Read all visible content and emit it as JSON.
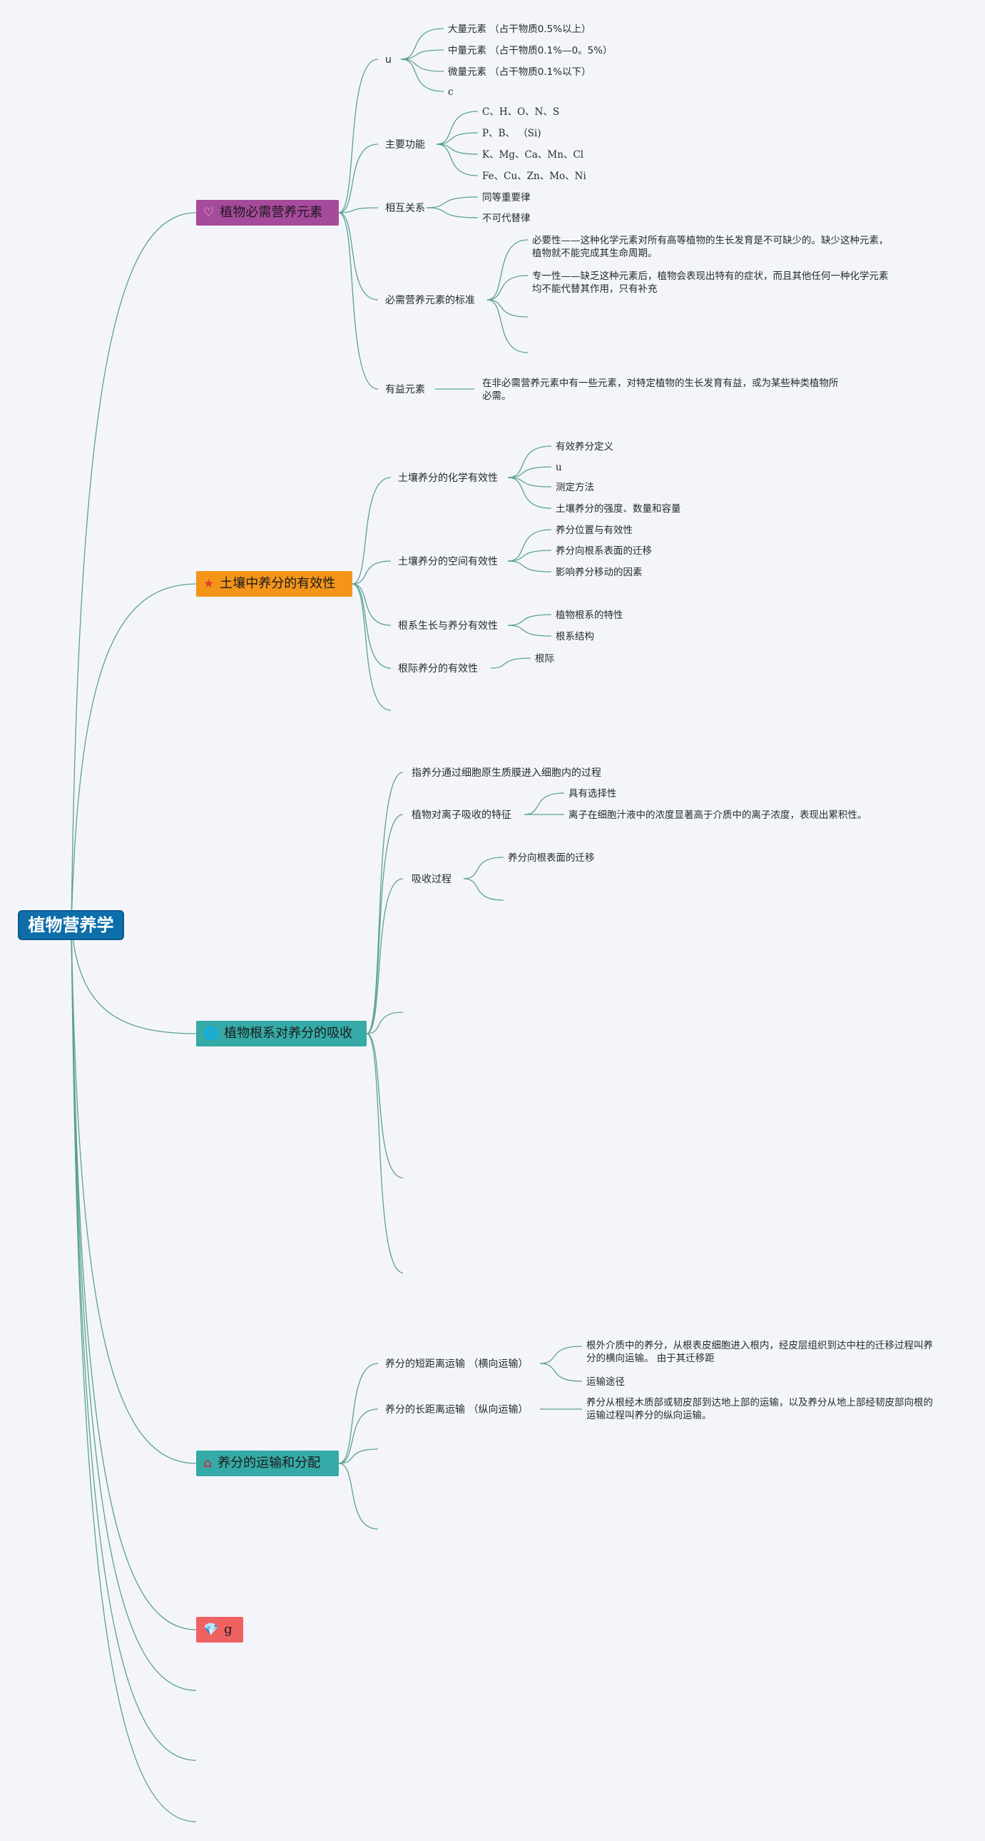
{
  "root": "植物营养学",
  "branches": {
    "b1": {
      "label": "植物必需营养元素",
      "icon": "heart-icon",
      "glyph": "♡",
      "color": "#a64a9c"
    },
    "b2": {
      "label": "土壤中养分的有效性",
      "icon": "star-icon",
      "glyph": "★",
      "color": "#f4951a"
    },
    "b3": {
      "label": "植物根系对养分的吸收",
      "icon": "globe-icon",
      "glyph": "🌐",
      "color": "#35aaa6"
    },
    "b4": {
      "label": "养分的运输和分配",
      "icon": "home-icon",
      "glyph": "⌂",
      "color": "#35aaa6"
    },
    "b5": {
      "label": "g",
      "icon": "gem-icon",
      "glyph": "💎",
      "color": "#f06262"
    }
  },
  "b1": {
    "t1": {
      "label": "u",
      "leaves": [
        "大量元素 （占干物质0.5%以上）",
        "中量元素 （占干物质0.1%—0。5%）",
        "微量元素 （占干物质0.1%以下）",
        "c"
      ]
    },
    "t2": {
      "label": "主要功能",
      "leaves": [
        "C、H、O、N、S",
        "P、B、 （Si)",
        "K、Mg、Ca、Mn、Cl",
        "Fe、Cu、Zn、Mo、Ni"
      ]
    },
    "t3": {
      "label": "相互关系",
      "leaves": [
        "同等重要律",
        "不可代替律"
      ]
    },
    "t4": {
      "label": "必需营养元素的标准",
      "leaves": [
        "必要性——这种化学元素对所有高等植物的生长发育是不可缺少的。缺少这种元素，植物就不能完成其生命周期。",
        "专一性——缺乏这种元素后，植物会表现出特有的症状，而且其他任何一种化学元素均不能代替其作用，只有补充"
      ]
    },
    "t5": {
      "label": "有益元素",
      "leaves": [
        "在非必需营养元素中有一些元素，对特定植物的生长发育有益，或为某些种类植物所必需。"
      ]
    }
  },
  "b2": {
    "t1": {
      "label": "土壤养分的化学有效性",
      "leaves": [
        "有效养分定义",
        "u",
        "测定方法",
        "土壤养分的强度、数量和容量"
      ]
    },
    "t2": {
      "label": "土壤养分的空间有效性",
      "leaves": [
        "养分位置与有效性",
        "养分向根系表面的迁移",
        "影响养分移动的因素"
      ]
    },
    "t3": {
      "label": "根系生长与养分有效性",
      "leaves": [
        "植物根系的特性",
        "根系结构"
      ]
    },
    "t4": {
      "label": "根际养分的有效性",
      "leaves": [
        "根际"
      ]
    }
  },
  "b3": {
    "t1": {
      "label": "指养分通过细胞原生质膜进入细胞内的过程"
    },
    "t2": {
      "label": "植物对离子吸收的特征",
      "leaves": [
        "具有选择性",
        "离子在细胞汁液中的浓度显著高于介质中的离子浓度，表现出累积性。"
      ]
    },
    "t3": {
      "label": "吸收过程",
      "leaves": [
        "养分向根表面的迁移"
      ]
    }
  },
  "b4": {
    "t1": {
      "label": "养分的短距离运输 （横向运输）",
      "leaves": [
        "根外介质中的养分，从根表皮细胞进入根内，经皮层组织到达中柱的迁移过程叫养分的横向运输。 由于其迁移距",
        "运输途径"
      ]
    },
    "t2": {
      "label": "养分的长距离运输 （纵向运输）",
      "leaves": [
        "养分从根经木质部或韧皮部到达地上部的运输，以及养分从地上部经韧皮部向根的运输过程叫养分的纵向运输。"
      ]
    }
  }
}
